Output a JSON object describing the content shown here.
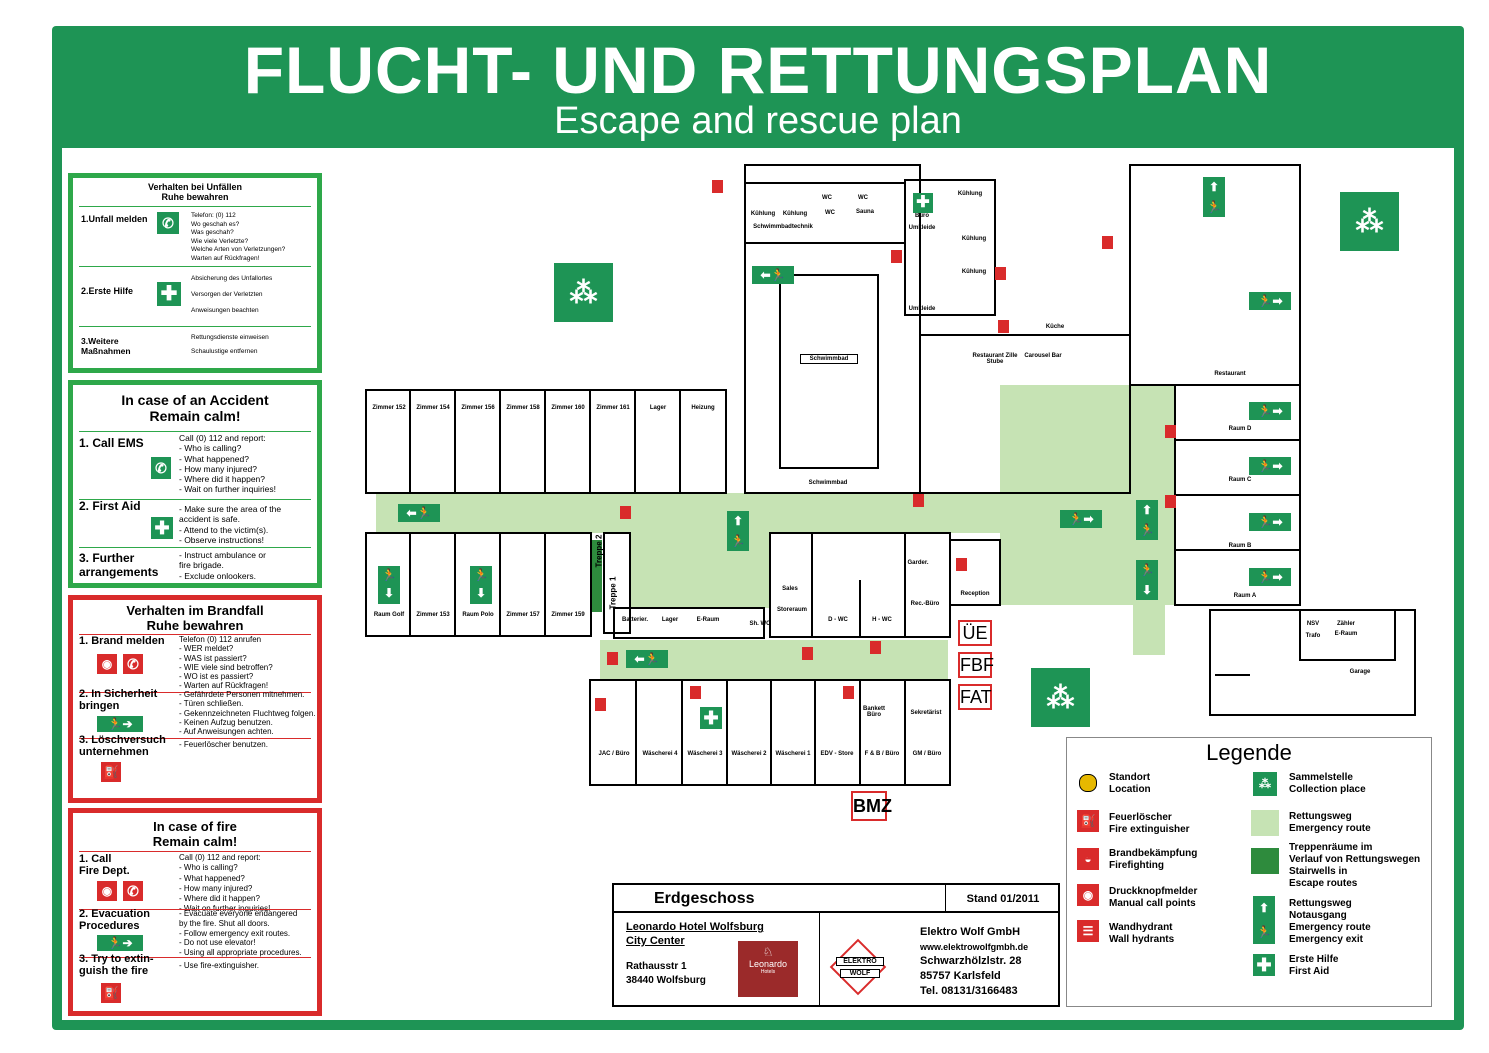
{
  "header": {
    "title": "FLUCHT- UND RETTUNGSPLAN",
    "subtitle": "Escape and rescue plan"
  },
  "panel_accident_de": {
    "title": "Verhalten bei Unfällen",
    "subtitle": "Ruhe bewahren",
    "items": [
      {
        "label": "1.Unfall melden",
        "text": "Telefon: (0) 112\nWo geschah es?\nWas geschah?\nWie viele Verletzte?\nWelche Arten von Verletzungen?\nWarten auf Rückfragen!"
      },
      {
        "label": "2.Erste Hilfe",
        "text": "Absicherung des Unfallortes\n\nVersorgen der Verletzten\n\nAnweisungen beachten"
      },
      {
        "label": "3.Weitere\n  Maßnahmen",
        "text": "Rettungsdienste einweisen\n\nSchaulustige entfernen"
      }
    ]
  },
  "panel_accident_en": {
    "title": "In case of an Accident",
    "subtitle": "Remain calm!",
    "items": [
      {
        "label": "1. Call EMS",
        "text": "Call (0) 112 and report:\n- Who is calling?\n- What happened?\n- How many injured?\n- Where did it happen?\n- Wait on further inquiries!"
      },
      {
        "label": "2. First Aid",
        "text": "- Make sure the area of the\n  accident is safe.\n- Attend to the victim(s).\n- Observe instructions!"
      },
      {
        "label": "3. Further\n   arrangements",
        "text": "- Instruct ambulance or\n  fire brigade.\n- Exclude onlookers."
      }
    ]
  },
  "panel_fire_de": {
    "title": "Verhalten im Brandfall",
    "subtitle": "Ruhe bewahren",
    "items": [
      {
        "label": "1. Brand melden",
        "text": "Telefon (0) 112 anrufen\n- WER meldet?\n- WAS ist passiert?\n- WIE viele sind betroffen?\n- WO ist es passiert?\n- Warten auf Rückfragen!"
      },
      {
        "label": "2. In Sicherheit\n   bringen",
        "text": "- Gefährdete Personen mitnehmen.\n- Türen schließen.\n- Gekennzeichneten Fluchtweg folgen.\n- Keinen Aufzug benutzen.\n- Auf Anweisungen achten."
      },
      {
        "label": "3. Löschversuch\n   unternehmen",
        "text": "- Feuerlöscher benutzen."
      }
    ]
  },
  "panel_fire_en": {
    "title": "In case of fire",
    "subtitle": "Remain calm!",
    "items": [
      {
        "label": "1. Call\n   Fire Dept.",
        "text": "Call (0) 112 and report:\n- Who is calling?\n- What happened?\n- How many injured?\n- Where did it happen?\n- Wait on further inquiries!"
      },
      {
        "label": "2. Evacuation\n   Procedures",
        "text": "- Evacuate everyone endangered\n  by the fire. Shut all doors.\n- Follow emergency exit routes.\n- Do not use elevator!\n- Using all appropriate procedures."
      },
      {
        "label": "3. Try to extin-\n   guish the fire",
        "text": "- Use fire-extinguisher."
      }
    ]
  },
  "floorplan": {
    "rooms": [
      "Zimmer 152",
      "Zimmer 154",
      "Zimmer 156",
      "Zimmer 158",
      "Zimmer 160",
      "Zimmer 161",
      "Lager",
      "Heizung",
      "Raum Golf",
      "Zimmer 153",
      "Raum Polo",
      "Zimmer 157",
      "Zimmer 159",
      "Treppe 2",
      "Treppe 1",
      "Batterier.",
      "Lager",
      "E-Raum",
      "Sh. WC",
      "Storeraum",
      "Sales",
      "D - WC",
      "H - WC",
      "Garder.",
      "Rec.-Büro",
      "Reception",
      "JAC / Büro",
      "Wäscherei 4",
      "Wäscherei 3",
      "Wäscherei 2",
      "Wäscherei 1",
      "EDV - Store",
      "Bankett Büro",
      "Sekretärist",
      "F & B / Büro",
      "GM / Büro",
      "Kühlung",
      "Kühlung",
      "Schwimmbadtechnik",
      "WC",
      "WC",
      "WC",
      "Sauna",
      "Büro",
      "Umkleide",
      "Kühlung",
      "Kühlung",
      "Kühlung",
      "Umkleide",
      "Schwimmbad",
      "Schwimmbad",
      "Küche",
      "Restaurant Zille Stube",
      "Carousel Bar",
      "Restaurant",
      "Raum D",
      "Raum C",
      "Raum B",
      "Raum A",
      "NSV",
      "Trafo",
      "Zähler",
      "E-Raum",
      "Garage"
    ],
    "boxes": [
      "ÜE",
      "FBF",
      "FAT",
      "BMZ"
    ]
  },
  "title_block": {
    "floor": "Erdgeschoss",
    "stand": "Stand 01/2011",
    "hotel_name": "Leonardo Hotel Wolfsburg",
    "hotel_sub": "City Center",
    "address1": "Rathausstr 1",
    "address2": "38440 Wolfsburg",
    "logo_text": "Leonardo",
    "logo_sub": "Hotels",
    "company": "Elektro Wolf GmbH",
    "web": "www.elektrowolfgmbh.de",
    "street": "Schwarzhölzlstr. 28",
    "city": "85757 Karlsfeld",
    "phone": "Tel. 08131/3166483",
    "company_logo_1": "ELEKTRO",
    "company_logo_2": "WOLF"
  },
  "legend": {
    "title": "Legende",
    "items": [
      {
        "text": "Standort\nLocation",
        "icon": "location-dot"
      },
      {
        "text": "Feuerlöscher\nFire extinguisher",
        "icon": "extinguisher"
      },
      {
        "text": "Brandbekämpfung\nFirefighting",
        "icon": "firefighting"
      },
      {
        "text": "Druckknopfmelder\nManual call points",
        "icon": "call-point"
      },
      {
        "text": "Wandhydrant\nWall hydrants",
        "icon": "hydrant"
      },
      {
        "text": "Sammelstelle\nCollection place",
        "icon": "assembly-point"
      },
      {
        "text": "Rettungsweg\nEmergency route",
        "icon": "route-light"
      },
      {
        "text": "Treppenräume im\nVerlauf von Rettungswegen\nStairwells in\nEscape routes",
        "icon": "stairwell-dark"
      },
      {
        "text": "Rettungsweg\nNotausgang\nEmergency route\nEmergency exit",
        "icon": "exit-sign"
      },
      {
        "text": "Erste Hilfe\nFirst Aid",
        "icon": "first-aid"
      }
    ]
  },
  "colors": {
    "green": "#1e9455",
    "light_green": "#c6e3b4",
    "red": "#d92b2b",
    "stair": "#2e8b3d"
  }
}
